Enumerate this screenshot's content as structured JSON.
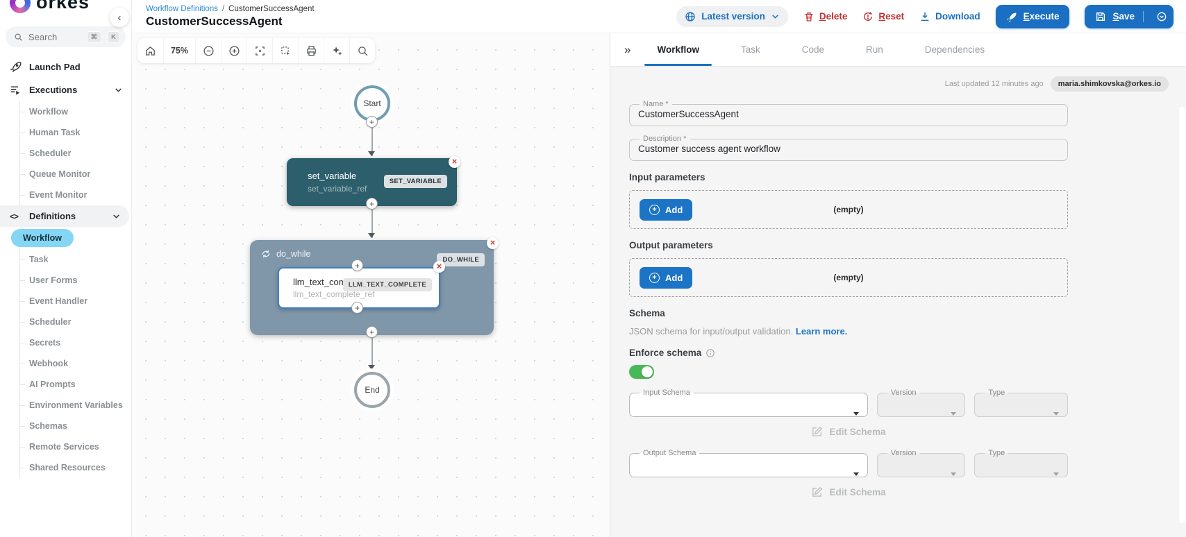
{
  "glyphs": {
    "plus": "+",
    "close": "×",
    "chevron_left": "‹",
    "double_chevron": "»",
    "command_key": "⌘",
    "definitions_icon": "</>"
  },
  "colors": {
    "accent_blue": "#1b74c5",
    "link_blue": "#2e8bcb",
    "danger_red": "#c62f2f",
    "active_item_bg": "#85d6f4",
    "node_teal": "#2c5e6c",
    "do_while_bg": "#8096a9",
    "inner_card_border": "#3d7fc4",
    "toggle_green": "#49b857"
  },
  "sidebar": {
    "logo_text": "orkes",
    "search": {
      "placeholder": "Search",
      "shortcut_key": "K"
    },
    "launch_pad": "Launch Pad",
    "executions": {
      "label": "Executions",
      "children": [
        "Workflow",
        "Human Task",
        "Scheduler",
        "Queue Monitor",
        "Event Monitor"
      ]
    },
    "definitions": {
      "label": "Definitions",
      "children": [
        "Workflow",
        "Task",
        "User Forms",
        "Event Handler",
        "Scheduler",
        "Secrets",
        "Webhook",
        "AI Prompts",
        "Environment Variables",
        "Schemas",
        "Remote Services",
        "Shared Resources"
      ],
      "active_child": "Workflow"
    }
  },
  "header": {
    "breadcrumb_link": "Workflow Definitions",
    "breadcrumb_separator": "/",
    "breadcrumb_current": "CustomerSuccessAgent",
    "title": "CustomerSuccessAgent",
    "version_button": "Latest version",
    "delete_label": "Delete",
    "reset_label": "Reset",
    "download_label": "Download",
    "execute_label": "Execute",
    "save_label": "Save"
  },
  "canvas": {
    "zoom": "75%",
    "nodes": {
      "start_label": "Start",
      "set_variable": {
        "name": "set_variable",
        "ref": "set_variable_ref",
        "badge": "SET_VARIABLE"
      },
      "do_while": {
        "name": "do_while",
        "badge": "DO_WHILE"
      },
      "llm": {
        "name": "llm_text_complete",
        "ref": "llm_text_complete_ref",
        "badge": "LLM_TEXT_COMPLETE"
      },
      "end_label": "End"
    }
  },
  "panel": {
    "tabs": [
      "Workflow",
      "Task",
      "Code",
      "Run",
      "Dependencies"
    ],
    "active_tab": "Workflow",
    "last_updated": "Last updated 12 minutes ago",
    "user_email": "maria.shimkovska@orkes.io",
    "fields": {
      "name_label": "Name *",
      "name_value": "CustomerSuccessAgent",
      "description_label": "Description *",
      "description_value": "Customer success agent workflow"
    },
    "input_parameters": {
      "heading": "Input parameters",
      "add_label": "Add",
      "empty": "(empty)"
    },
    "output_parameters": {
      "heading": "Output parameters",
      "add_label": "Add",
      "empty": "(empty)"
    },
    "schema": {
      "heading": "Schema",
      "description": "JSON schema for input/output validation.",
      "learn_more": "Learn more.",
      "enforce_label": "Enforce schema",
      "input_schema_label": "Input Schema",
      "output_schema_label": "Output Schema",
      "version_label": "Version",
      "type_label": "Type",
      "edit_schema_label": "Edit Schema"
    }
  }
}
